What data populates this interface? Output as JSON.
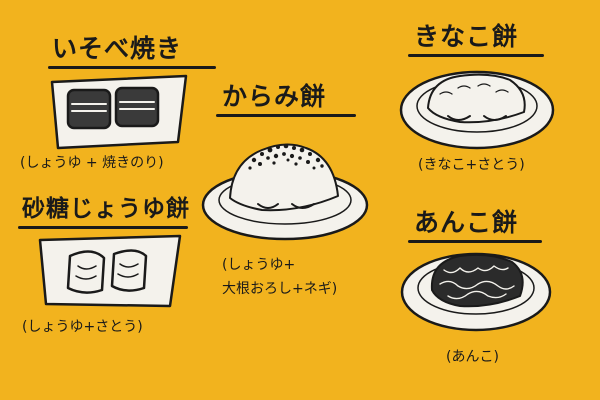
{
  "dishes": {
    "isobe": {
      "name": "いそべ焼き",
      "caption": "(しょうゆ + 焼きのり)"
    },
    "sato_joyu": {
      "name": "砂糖じょうゆ餅",
      "caption": "(しょうゆ+さとう)"
    },
    "karami": {
      "name": "からみ餅",
      "caption_line1": "(しょうゆ+",
      "caption_line2": "大根おろし+ネギ)"
    },
    "kinako": {
      "name": "きなこ餅",
      "caption": "(きなこ+さとう)"
    },
    "anko": {
      "name": "あんこ餅",
      "caption": "(あんこ)"
    }
  },
  "colors": {
    "background": "#F2B31E",
    "plate": "#F4F2EC",
    "ink": "#1a1a1a",
    "nori": "#3a3a3a"
  }
}
